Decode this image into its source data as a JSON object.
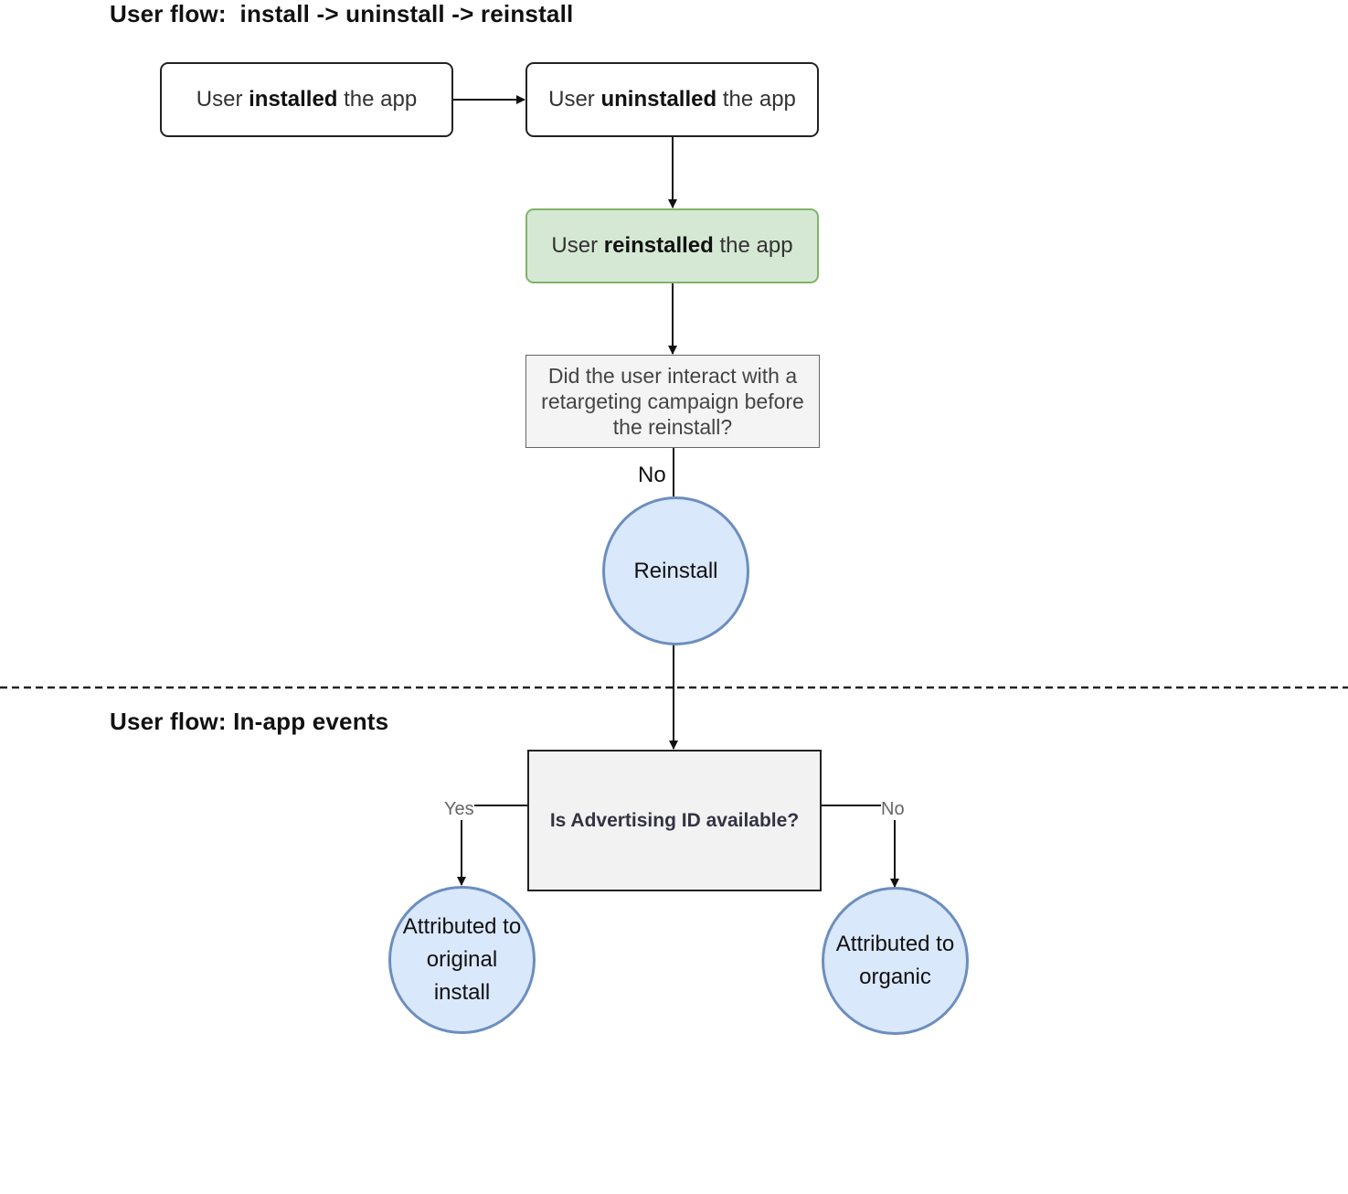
{
  "titles": {
    "top": "User flow:  install -> uninstall -> reinstall",
    "bottom": "User flow: In-app events"
  },
  "nodes": {
    "installed": {
      "pre": "User ",
      "bold": "installed",
      "post": " the app"
    },
    "uninstalled": {
      "pre": "User ",
      "bold": "uninstalled",
      "post": " the app"
    },
    "reinstalled": {
      "pre": "User ",
      "bold": "reinstalled",
      "post": " the app"
    },
    "question_retargeting": "Did the user interact with a retargeting campaign before the reinstall?",
    "reinstall": "Reinstall",
    "question_ad_id": "Is Advertising ID available?",
    "attributed_original": "Attributed to original install",
    "attributed_organic": "Attributed to organic"
  },
  "edge_labels": {
    "no_top": "No",
    "yes": "Yes",
    "no_bottom": "No"
  },
  "colors": {
    "green_fill": "#d5e8d4",
    "green_stroke": "#82b366",
    "blue_fill": "#dae8fc",
    "blue_stroke": "#6c8ebf"
  }
}
